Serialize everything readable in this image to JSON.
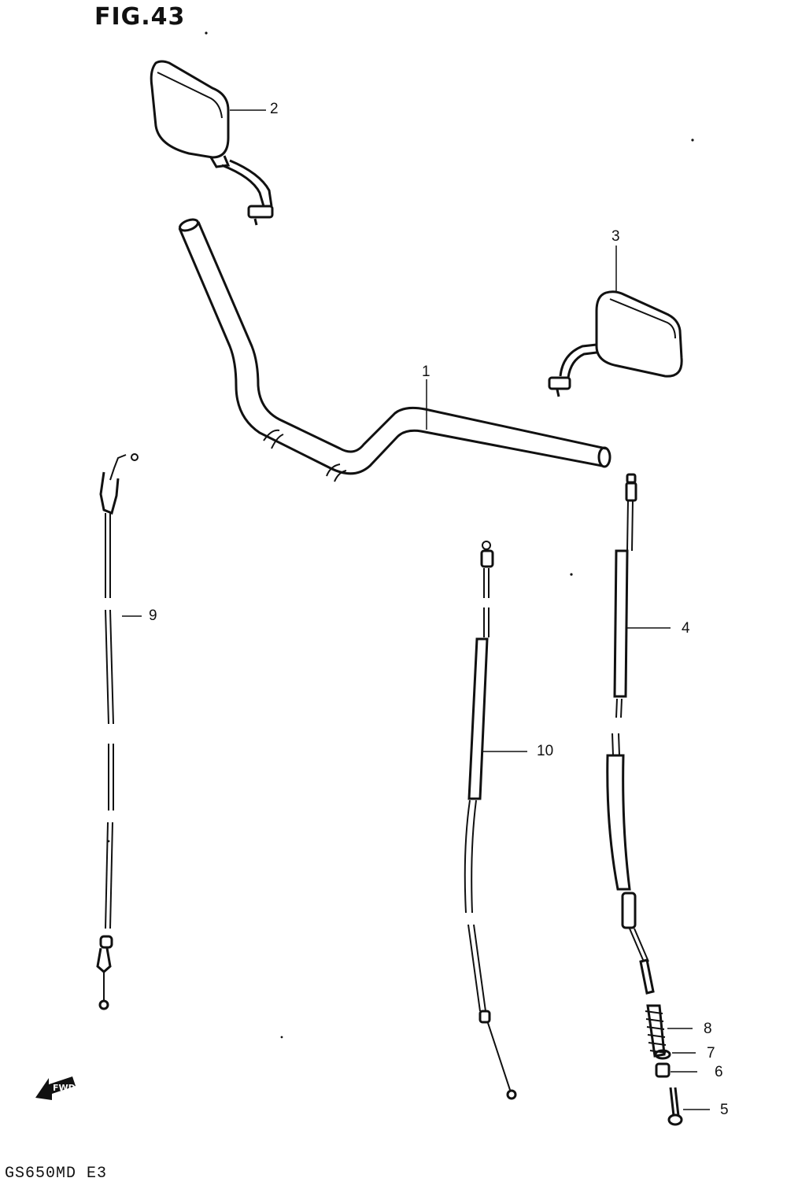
{
  "figure": {
    "title": "FIG.43",
    "code": "GS650MD E3"
  },
  "fwd_label": "FWD",
  "callouts": [
    {
      "id": "1",
      "part": "handlebar"
    },
    {
      "id": "2",
      "part": "mirror-left"
    },
    {
      "id": "3",
      "part": "mirror-right"
    },
    {
      "id": "4",
      "part": "clutch-cable"
    },
    {
      "id": "5",
      "part": "bolt"
    },
    {
      "id": "6",
      "part": "nut"
    },
    {
      "id": "7",
      "part": "washer"
    },
    {
      "id": "8",
      "part": "boot"
    },
    {
      "id": "9",
      "part": "throttle-cable-no1"
    },
    {
      "id": "10",
      "part": "throttle-cable-no2"
    }
  ],
  "colors": {
    "ink": "#111111",
    "paper": "#ffffff"
  }
}
